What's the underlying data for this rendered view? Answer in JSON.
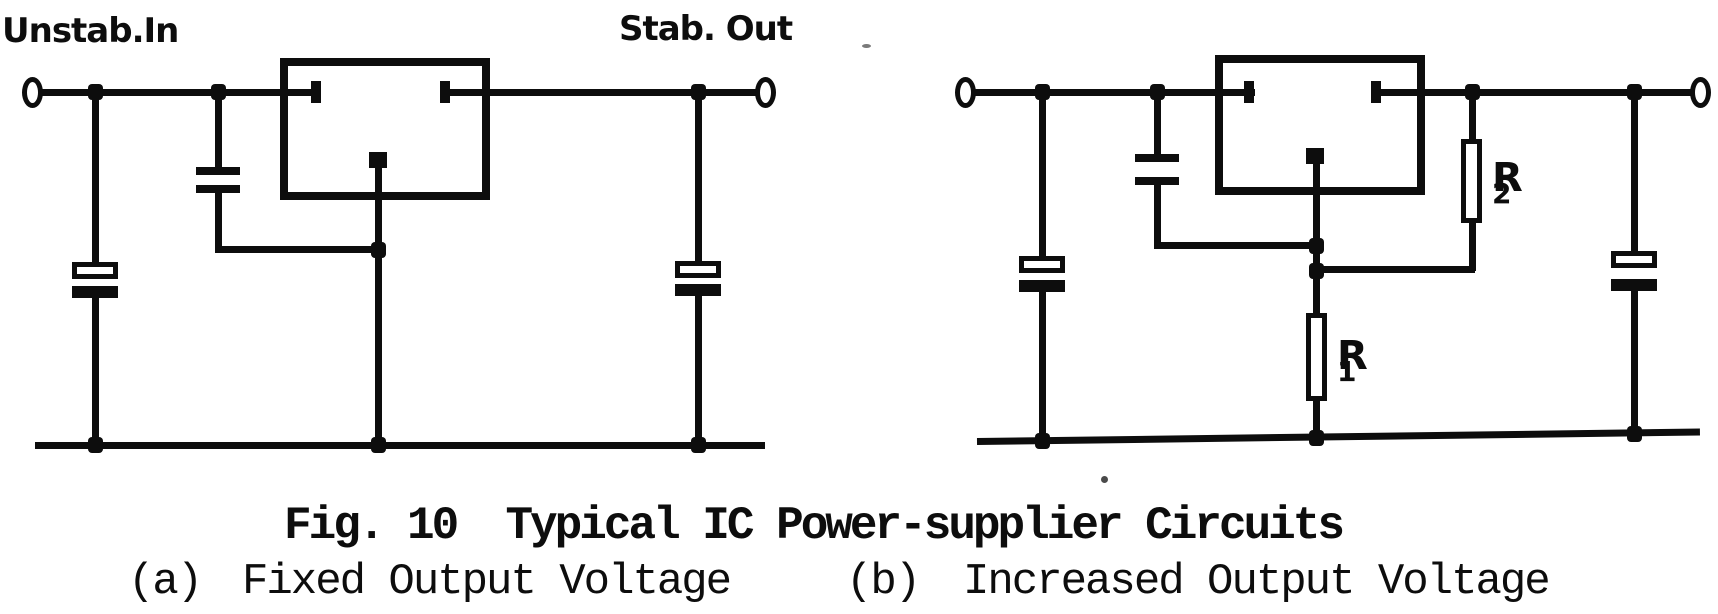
{
  "figure": {
    "type": "scanned circuit diagram",
    "colors": {
      "ink": "#0d0d0d",
      "paper": "#ffffff"
    },
    "labels": {
      "unstab_in": "Unstab.In",
      "stab_out": "Stab. Out"
    },
    "caption": {
      "line1": "Fig. 10  Typical IC Power-supplier Circuits",
      "a_tag": "(a)",
      "a_text": "Fixed Output Voltage",
      "b_tag": "(b)",
      "b_text": "Increased Output Voltage"
    },
    "resistors": {
      "r1": {
        "symbol": "R",
        "sub": "1"
      },
      "r2": {
        "symbol": "R",
        "sub": "2"
      }
    },
    "circuits": [
      {
        "id": "a",
        "title": "Fixed Output Voltage",
        "parts": [
          "unstabilized input terminal",
          "input electrolytic capacitor",
          "bypass capacitor",
          "three-pin IC regulator box",
          "output electrolytic capacitor",
          "stabilized output terminal",
          "ground rail"
        ]
      },
      {
        "id": "b",
        "title": "Increased Output Voltage",
        "parts": [
          "unstabilized input terminal",
          "input electrolytic capacitor",
          "bypass capacitor",
          "three-pin IC regulator box",
          "feedback resistor R2",
          "ground-leg resistor R1",
          "output electrolytic capacitor",
          "stabilized output terminal",
          "ground rail"
        ]
      }
    ]
  }
}
